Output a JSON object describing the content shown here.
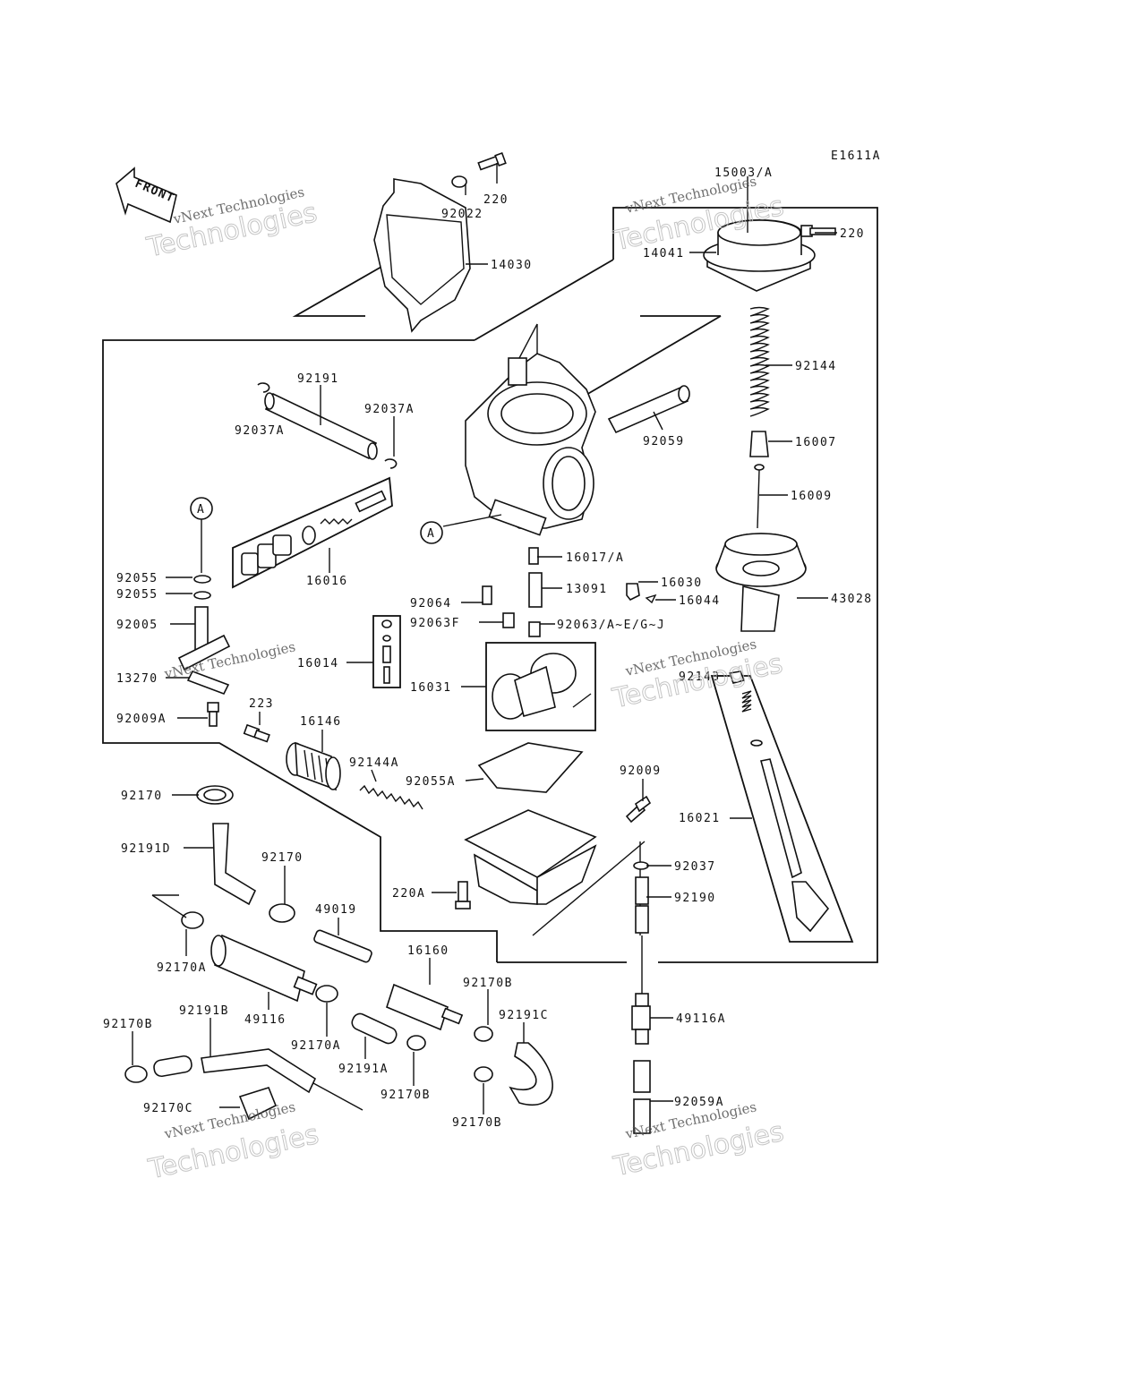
{
  "diagram_code": "E1611A",
  "front_label": "FRONT",
  "callout_a": "A",
  "watermark": {
    "line1": "vNext Technologies",
    "line2": "Technologies"
  },
  "parts": {
    "p15003A": "15003/A",
    "p220a": "220",
    "p220b": "220",
    "p92022": "92022",
    "p14030": "14030",
    "p14041": "14041",
    "p92144": "92144",
    "p16007": "16007",
    "p16009": "16009",
    "p43028": "43028",
    "p92191": "92191",
    "p92037A_l": "92037A",
    "p92037A_r": "92037A",
    "p92059": "92059",
    "p16016": "16016",
    "p16017A": "16017/A",
    "p13091": "13091",
    "p16030": "16030",
    "p16044": "16044",
    "p92064": "92064",
    "p92063F": "92063F",
    "p92063AJ": "92063/A~E/G~J",
    "p92055_1": "92055",
    "p92055_2": "92055",
    "p92005": "92005",
    "p16014": "16014",
    "p16031": "16031",
    "p13270": "13270",
    "p223": "223",
    "p92009A": "92009A",
    "p16146": "16146",
    "p92144A": "92144A",
    "p92055A": "92055A",
    "p92143": "92143",
    "p92009": "92009",
    "p16021": "16021",
    "p92170": "92170",
    "p92191D": "92191D",
    "p92170_b": "92170",
    "p49019": "49019",
    "p220A": "220A",
    "p92037": "92037",
    "p92190": "92190",
    "p92170A_1": "92170A",
    "p16160": "16160",
    "p92170B_1": "92170B",
    "p49116": "49116",
    "p92170A_2": "92170A",
    "p92191C": "92191C",
    "p49116A": "49116A",
    "p92170B_l": "92170B",
    "p92191B": "92191B",
    "p92191A": "92191A",
    "p92170B_2": "92170B",
    "p92170B_3": "92170B",
    "p92059A": "92059A",
    "p92170C": "92170C"
  }
}
